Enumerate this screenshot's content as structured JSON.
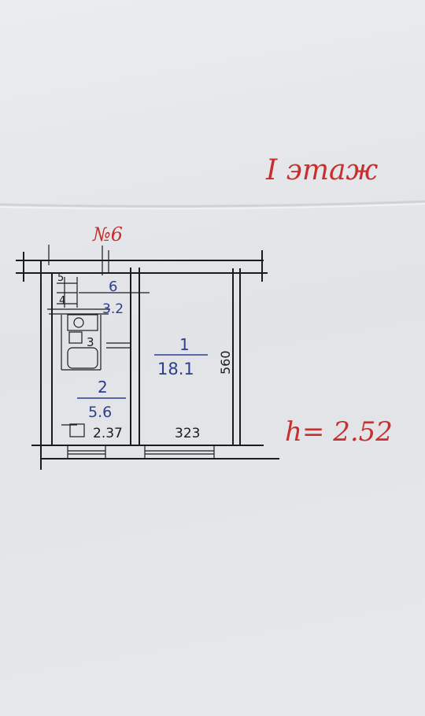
{
  "floor_label": "I этаж",
  "apartment_number": "№6",
  "ceiling_height": "h= 2.52",
  "rooms": [
    {
      "num": "1",
      "area": "18.1"
    },
    {
      "num": "2",
      "area": "5.6"
    },
    {
      "num": "3"
    },
    {
      "num": "4"
    },
    {
      "num": "5"
    },
    {
      "num": "6",
      "area": "3.2"
    }
  ],
  "dimensions": {
    "room_length": "560",
    "room_width": "323",
    "kitchen_width": "2.37"
  },
  "colors": {
    "red_ink": "#c8302f",
    "blue_ink": "#2b3f8e",
    "black_ink": "#1c1c1c"
  }
}
